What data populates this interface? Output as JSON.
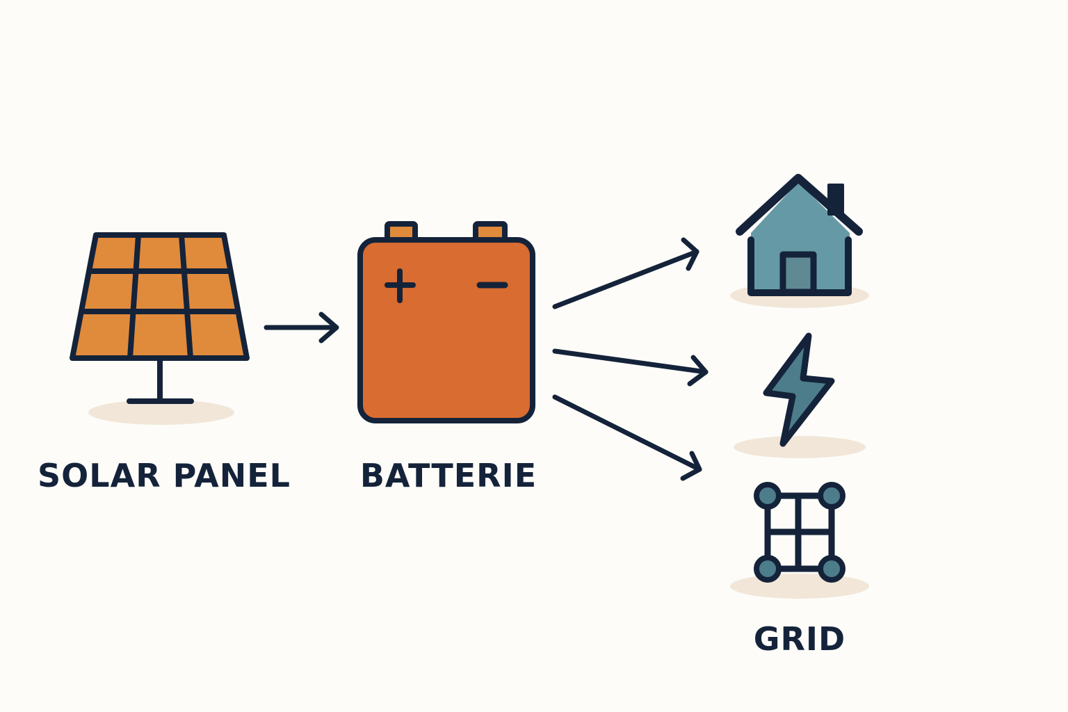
{
  "labels": {
    "solar_panel": "SOLAR PANEL",
    "battery": "BATTERIE",
    "grid": "GRID"
  },
  "colors": {
    "background": "#fdfcf8",
    "outline": "#14233a",
    "solar_orange": "#e08a3c",
    "battery_orange": "#d96c30",
    "house_blue": "#6699a6",
    "door_blue": "#5f8a93",
    "grid_node": "#4d7d8a",
    "shadow": "#f1e6d8"
  },
  "icons": [
    "solar-panel-icon",
    "battery-icon",
    "house-icon",
    "lightning-icon",
    "grid-icon"
  ]
}
